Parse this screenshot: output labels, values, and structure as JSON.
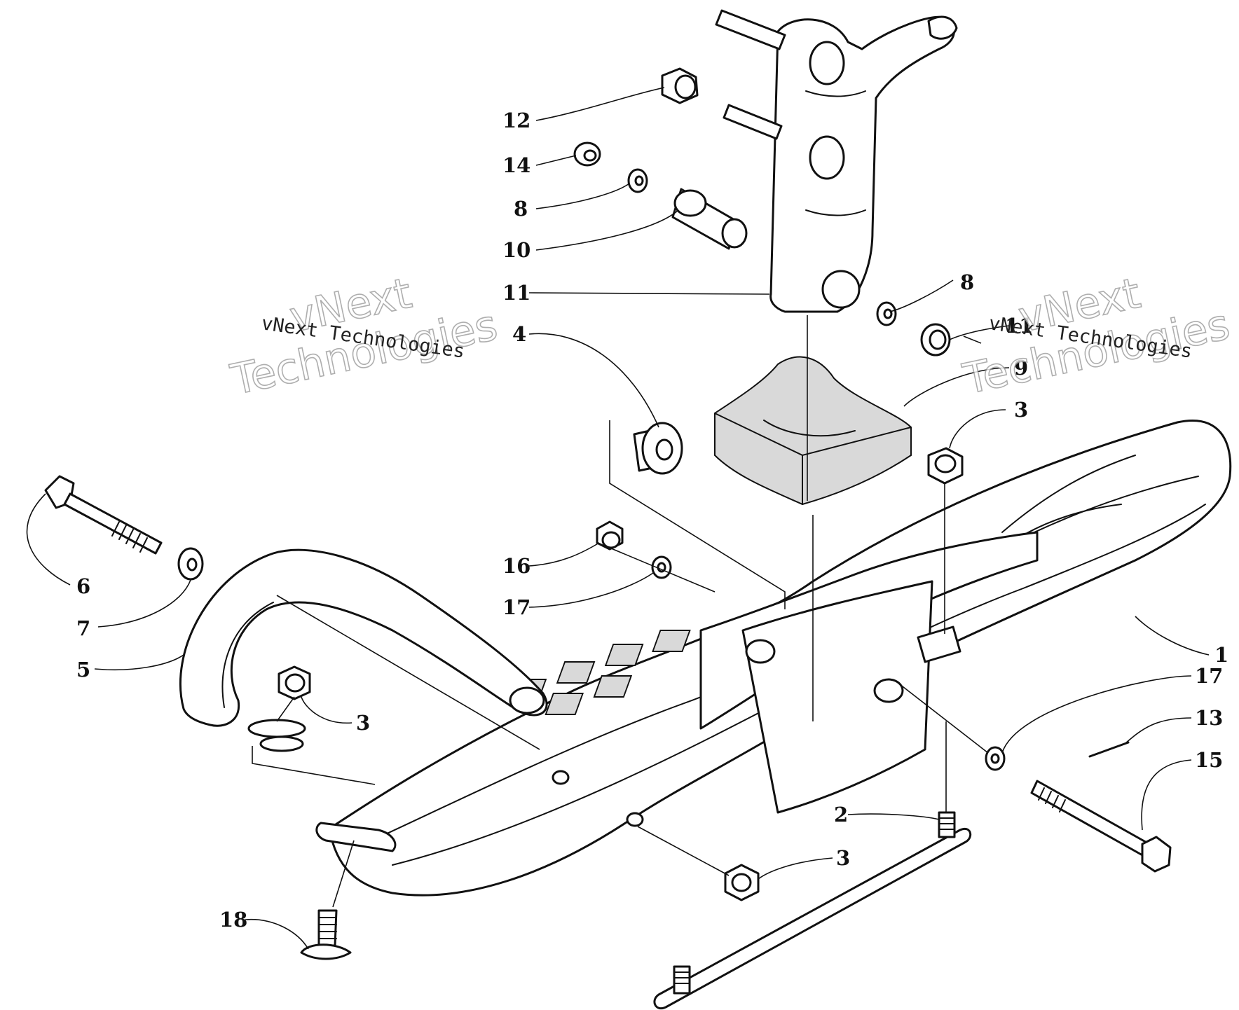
{
  "callouts": [
    {
      "id": "c12",
      "label": "12"
    },
    {
      "id": "c14",
      "label": "14"
    },
    {
      "id": "c8a",
      "label": "8"
    },
    {
      "id": "c10",
      "label": "10"
    },
    {
      "id": "c11a",
      "label": "11"
    },
    {
      "id": "c4",
      "label": "4"
    },
    {
      "id": "c8b",
      "label": "8"
    },
    {
      "id": "c11b",
      "label": "11"
    },
    {
      "id": "c9",
      "label": "9"
    },
    {
      "id": "c3a",
      "label": "3"
    },
    {
      "id": "c6",
      "label": "6"
    },
    {
      "id": "c7",
      "label": "7"
    },
    {
      "id": "c5",
      "label": "5"
    },
    {
      "id": "c16",
      "label": "16"
    },
    {
      "id": "c17a",
      "label": "17"
    },
    {
      "id": "c1",
      "label": "1"
    },
    {
      "id": "c3b",
      "label": "3"
    },
    {
      "id": "c17b",
      "label": "17"
    },
    {
      "id": "c13",
      "label": "13"
    },
    {
      "id": "c15",
      "label": "15"
    },
    {
      "id": "c2",
      "label": "2"
    },
    {
      "id": "c3c",
      "label": "3"
    },
    {
      "id": "c18",
      "label": "18"
    }
  ],
  "watermarks": [
    {
      "id": "wm1",
      "brand": "vNext",
      "name": "Technologies",
      "caption": "vNext Technologies"
    },
    {
      "id": "wm2",
      "brand": "vNext",
      "name": "Technologies",
      "caption": "vNext Technologies"
    }
  ]
}
